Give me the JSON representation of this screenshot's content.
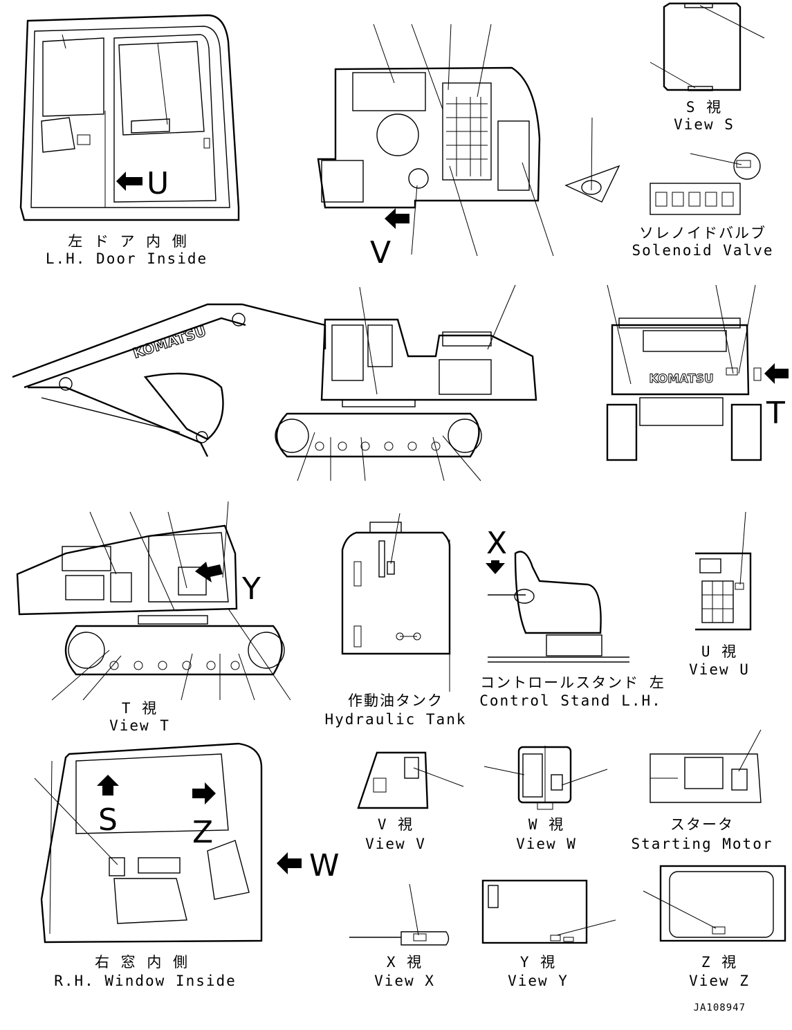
{
  "views": {
    "lh_door": {
      "jp": "左 ド ア 内 側",
      "en": "L.H. Door Inside"
    },
    "view_s": {
      "jp": "S 視",
      "en": "View S"
    },
    "solenoid": {
      "jp": "ソレノイドバルブ",
      "en": "Solenoid Valve"
    },
    "view_t": {
      "jp": "T 視",
      "en": "View T"
    },
    "hyd_tank": {
      "jp": "作動油タンク",
      "en": "Hydraulic Tank"
    },
    "ctrl_stand": {
      "jp": "コントロールスタンド 左",
      "en": "Control Stand L.H."
    },
    "view_u": {
      "jp": "U 視",
      "en": "View U"
    },
    "view_v": {
      "jp": "V 視",
      "en": "View V"
    },
    "view_w": {
      "jp": "W 視",
      "en": "View W"
    },
    "starter": {
      "jp": "スタータ",
      "en": "Starting Motor"
    },
    "rh_window": {
      "jp": "右 窓 内 側",
      "en": "R.H. Window Inside"
    },
    "view_x": {
      "jp": "X 視",
      "en": "View X"
    },
    "view_y": {
      "jp": "Y 視",
      "en": "View Y"
    },
    "view_z": {
      "jp": "Z 視",
      "en": "View Z"
    }
  },
  "view_letters": {
    "u": "U",
    "v": "V",
    "t": "T",
    "x": "X",
    "y": "Y",
    "s": "S",
    "z": "Z",
    "w": "W"
  },
  "brand": "KOMATSU",
  "drawing_code": "JA108947"
}
